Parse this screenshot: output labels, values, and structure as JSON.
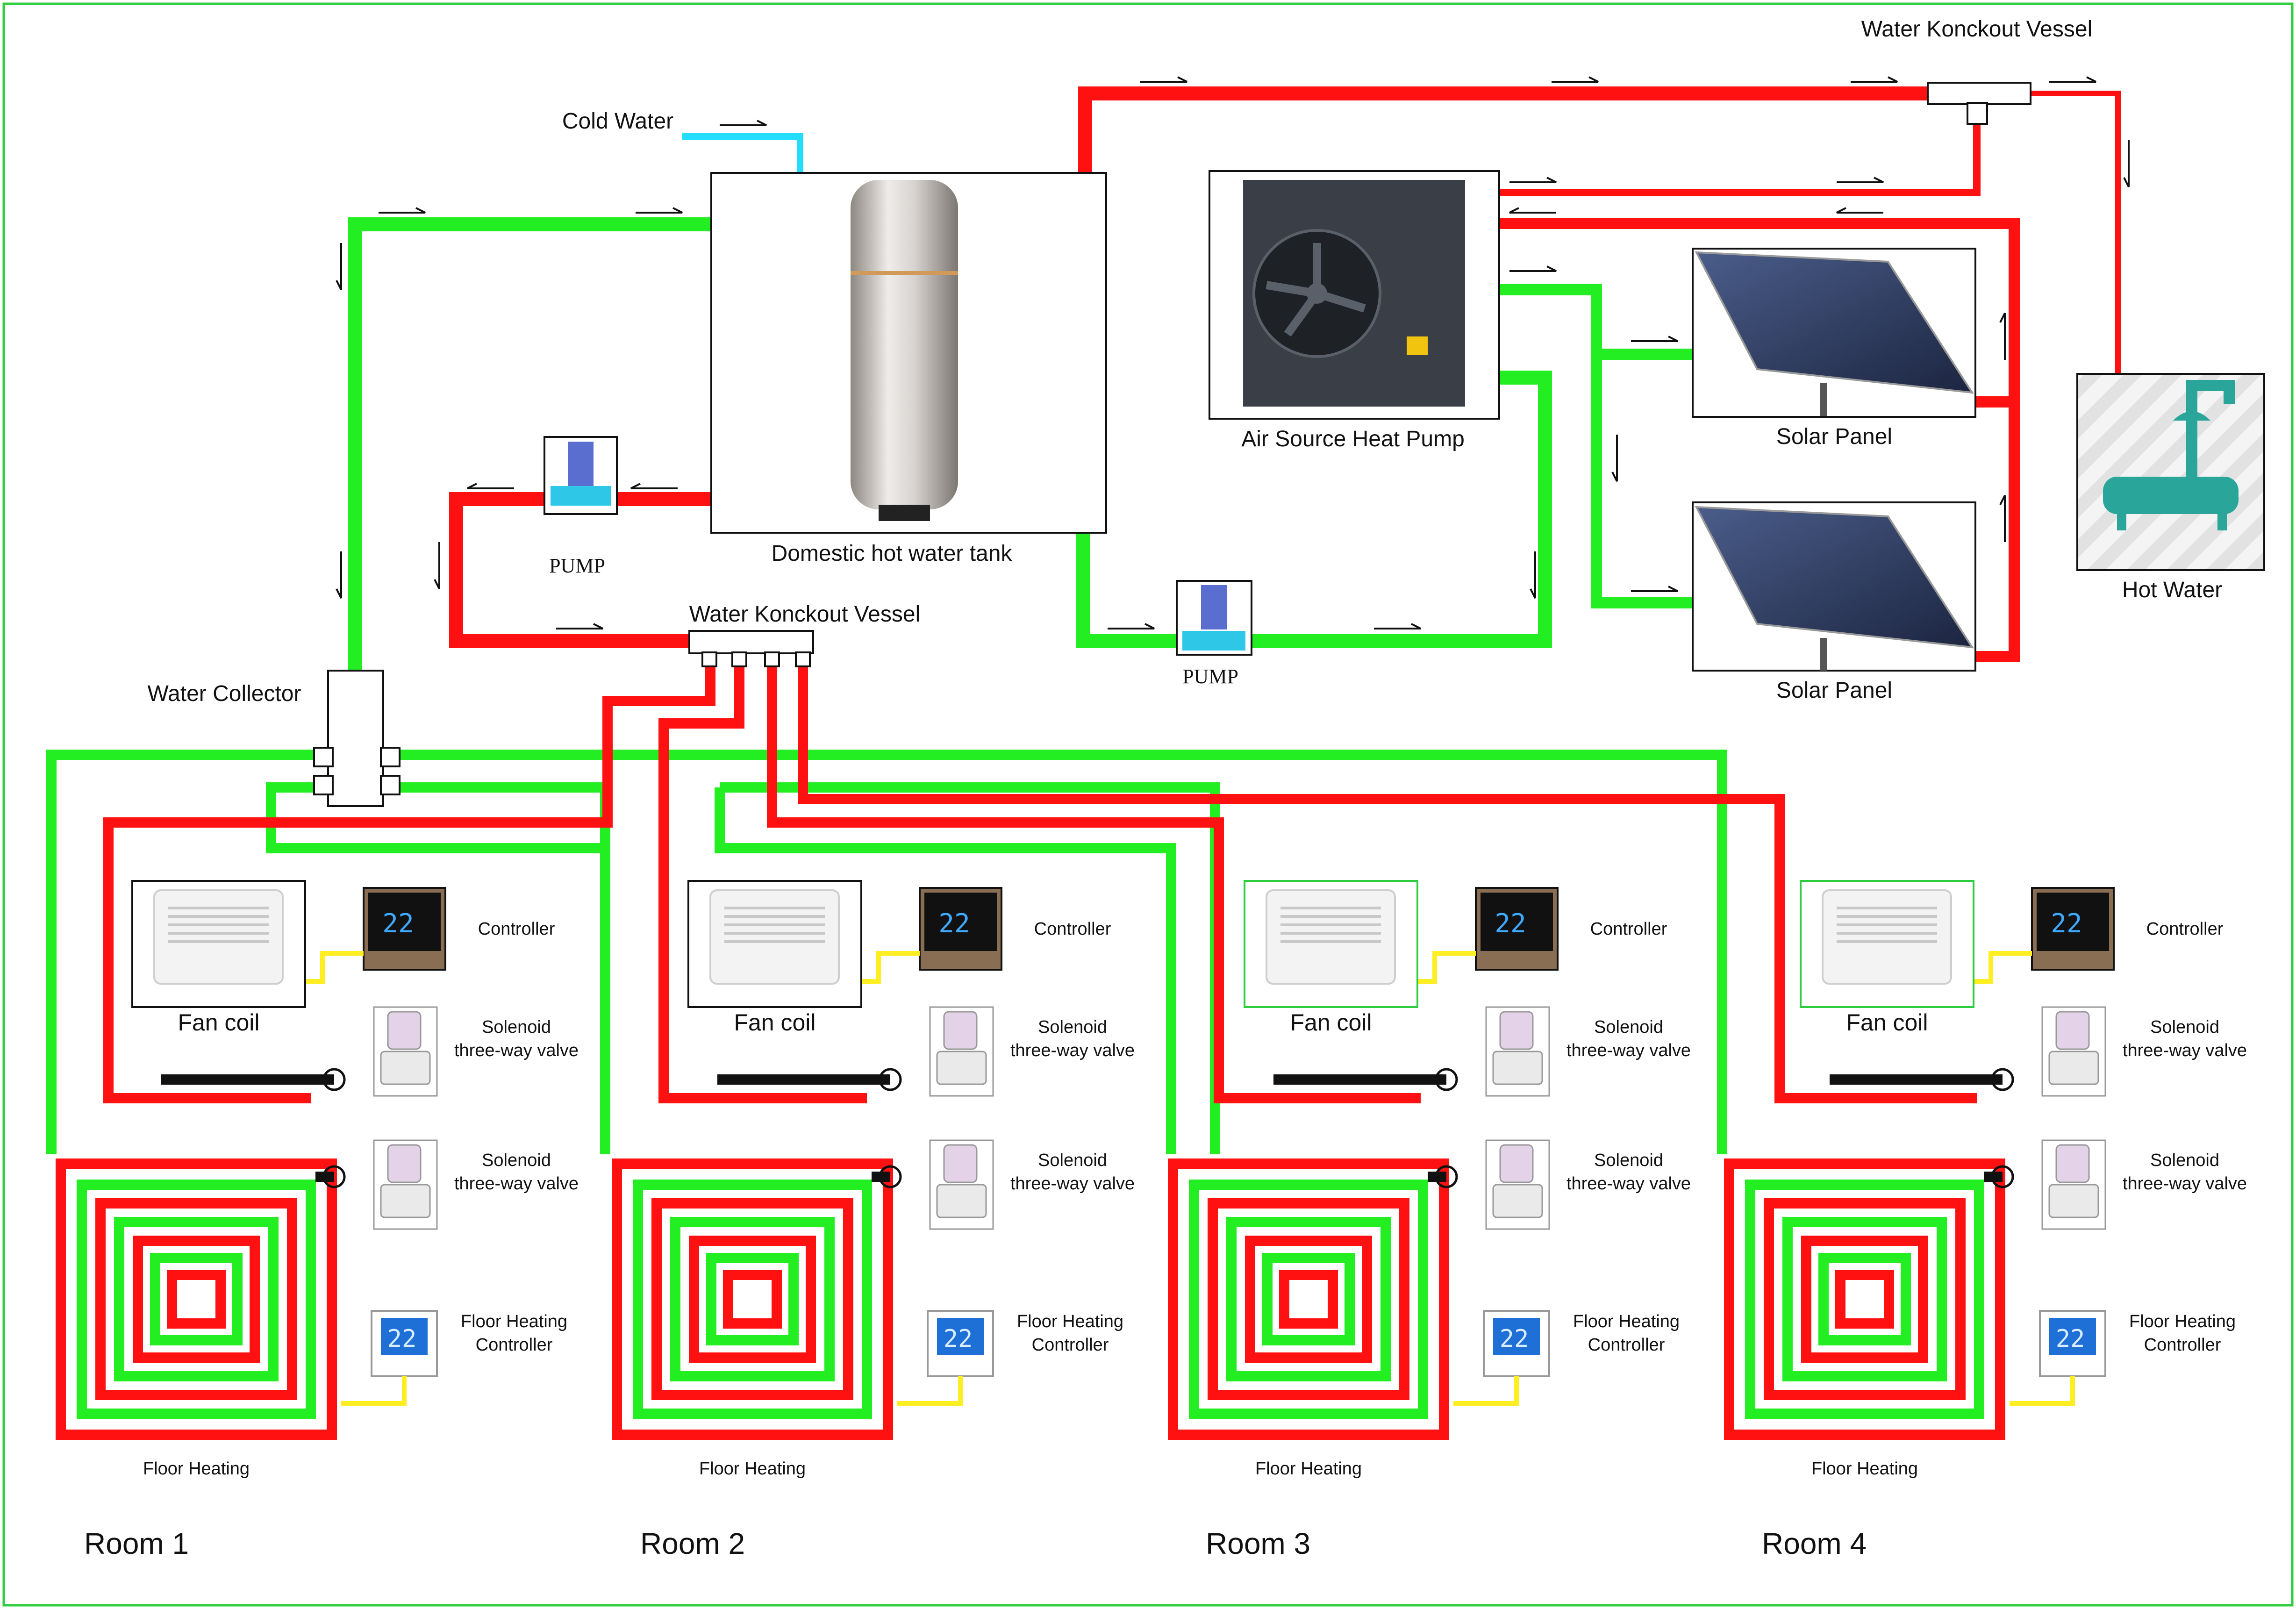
{
  "colors": {
    "hot": "#ff1111",
    "return": "#22ee22",
    "cold": "#22ddff",
    "signal": "#ffee22",
    "border": "#2ecc40",
    "frame": "#111111"
  },
  "labels": {
    "cold_water": "Cold Water",
    "vessel_top": "Water Konckout Vessel",
    "vessel_mid": "Water Konckout Vessel",
    "tank": "Domestic hot water tank",
    "heat_pump": "Air Source Heat Pump",
    "solar_1": "Solar Panel",
    "solar_2": "Solar Panel",
    "hot_water": "Hot Water",
    "pump_left": "PUMP",
    "pump_bottom": "PUMP",
    "collector": "Water Collector"
  },
  "rooms": [
    {
      "name": "Room 1",
      "fan_coil": "Fan coil",
      "controller": "Controller",
      "valve_1": [
        "Solenoid",
        "three-way valve"
      ],
      "valve_2": [
        "Solenoid",
        "three-way valve"
      ],
      "floor_ctrl": [
        "Floor Heating",
        "Controller"
      ],
      "floor": "Floor Heating",
      "display": "22"
    },
    {
      "name": "Room 2",
      "fan_coil": "Fan coil",
      "controller": "Controller",
      "valve_1": [
        "Solenoid",
        "three-way valve"
      ],
      "valve_2": [
        "Solenoid",
        "three-way valve"
      ],
      "floor_ctrl": [
        "Floor Heating",
        "Controller"
      ],
      "floor": "Floor Heating",
      "display": "22"
    },
    {
      "name": "Room 3",
      "fan_coil": "Fan coil",
      "controller": "Controller",
      "valve_1": [
        "Solenoid",
        "three-way valve"
      ],
      "valve_2": [
        "Solenoid",
        "three-way valve"
      ],
      "floor_ctrl": [
        "Floor Heating",
        "Controller"
      ],
      "floor": "Floor Heating",
      "display": "22"
    },
    {
      "name": "Room 4",
      "fan_coil": "Fan coil",
      "controller": "Controller",
      "valve_1": [
        "Solenoid",
        "three-way valve"
      ],
      "valve_2": [
        "Solenoid",
        "three-way valve"
      ],
      "floor_ctrl": [
        "Floor Heating",
        "Controller"
      ],
      "floor": "Floor Heating",
      "display": "22"
    }
  ]
}
